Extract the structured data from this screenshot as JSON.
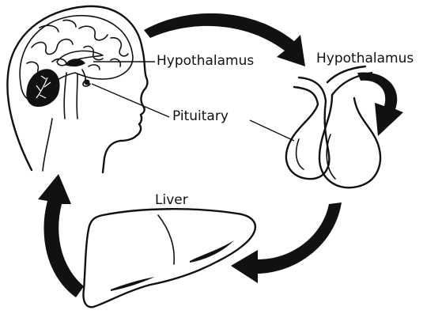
{
  "labels": {
    "hypothalamus_head": "Hypothalamus",
    "hypothalamus_gland": "Hypothalamus",
    "pituitary": "Pituitary",
    "liver": "Liver"
  },
  "colors": {
    "ink": "#111111",
    "background": "#ffffff"
  }
}
